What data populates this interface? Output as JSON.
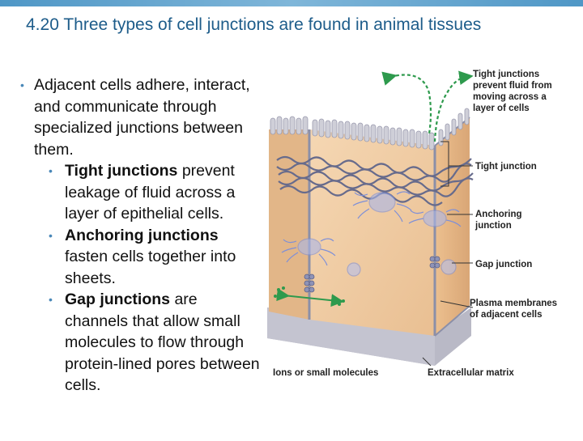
{
  "slide": {
    "title": "4.20 Three types of cell junctions are found in animal tissues",
    "main_bullet": "Adjacent cells adhere, interact, and communicate through specialized junctions between them.",
    "sub_bullets": [
      {
        "term": "Tight junctions",
        "rest": "prevent leakage of fluid across a layer of epithelial cells."
      },
      {
        "term": "Anchoring junctions",
        "rest": "fasten cells together into sheets."
      },
      {
        "term": "Gap junctions",
        "rest": "are channels that allow small molecules to flow through protein-lined pores between cells."
      }
    ]
  },
  "figure": {
    "labels": {
      "tight_prevent_line1": "Tight junctions",
      "tight_prevent_line2": "prevent fluid from",
      "tight_prevent_line3": "moving across a",
      "tight_prevent_line4": "layer of cells",
      "tight_junction": "Tight junction",
      "anchoring_line1": "Anchoring",
      "anchoring_line2": "junction",
      "gap_junction": "Gap junction",
      "plasma_line1": "Plasma membranes",
      "plasma_line2": "of adjacent cells",
      "ions": "Ions or small molecules",
      "matrix": "Extracellular matrix"
    },
    "colors": {
      "cell_fill": "#f1cfa6",
      "cell_side": "#e6b98b",
      "microvilli": "#c9c9d2",
      "tight_strand": "#6b6f8f",
      "anchoring": "#7d8fd8",
      "matrix": "#b7b7c4",
      "arrow_green": "#2e9a4d"
    }
  }
}
